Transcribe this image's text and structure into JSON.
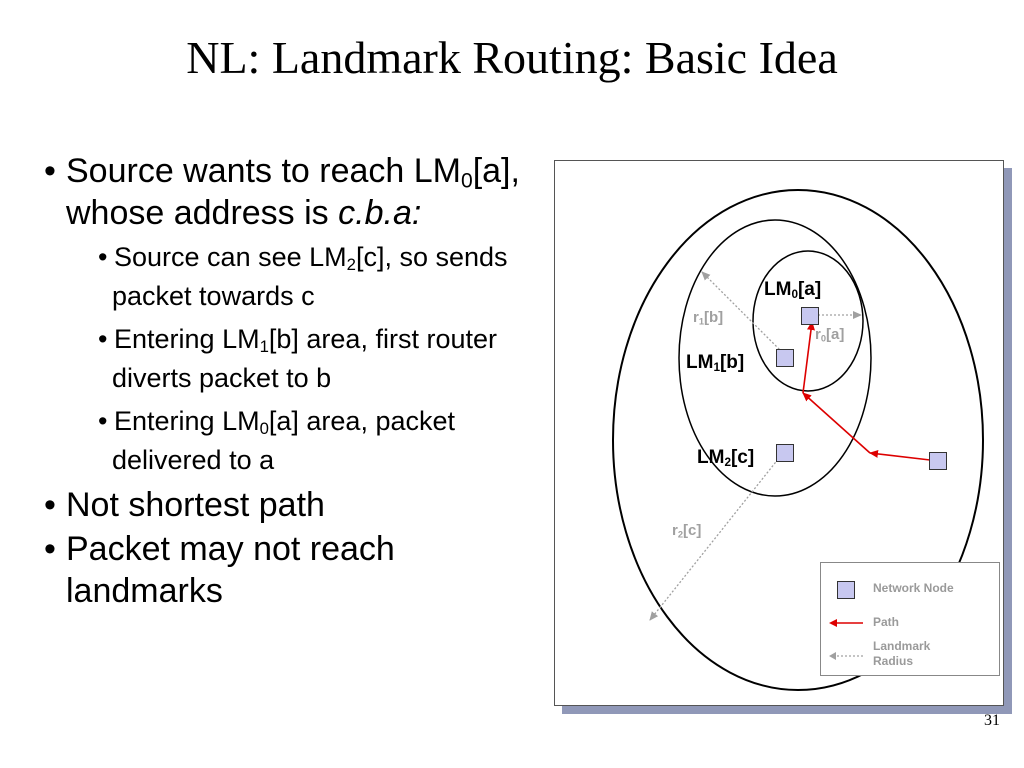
{
  "title": "NL: Landmark Routing: Basic Idea",
  "bullets": {
    "b1": {
      "pre": "Source wants to reach LM",
      "sub": "0",
      "post": "[a], whose address is ",
      "ital": "c.b.a:"
    },
    "b1_1": {
      "pre": "Source can see LM",
      "sub": "2",
      "post": "[c], so sends packet towards c"
    },
    "b1_2": {
      "pre": "Entering LM",
      "sub": "1",
      "post": "[b] area, first router diverts packet to b"
    },
    "b1_3": {
      "pre": "Entering LM",
      "sub": "0",
      "post": "[a] area, packet delivered to a"
    },
    "b2": "Not shortest path",
    "b3": "Packet may not reach landmarks",
    "dot": "•"
  },
  "diagram": {
    "lm0": {
      "main": "LM",
      "sub": "0",
      "tail": "[a]"
    },
    "lm1": {
      "main": "LM",
      "sub": "1",
      "tail": "[b]"
    },
    "lm2": {
      "main": "LM",
      "sub": "2",
      "tail": "[c]"
    },
    "r0": {
      "main": "r",
      "sub": "0",
      "tail": "[a]"
    },
    "r1": {
      "main": "r",
      "sub": "1",
      "tail": "[b]"
    },
    "r2": {
      "main": "r",
      "sub": "2",
      "tail": "[c]"
    },
    "colors": {
      "path": "#dd0000",
      "radius": "#a0a0a0",
      "node_fill": "#c8c8f0",
      "frame_shadow": "#9098b8"
    }
  },
  "legend": {
    "network_node": "Network Node",
    "path": "Path",
    "landmark_radius": "Landmark Radius"
  },
  "slide_number": "31"
}
